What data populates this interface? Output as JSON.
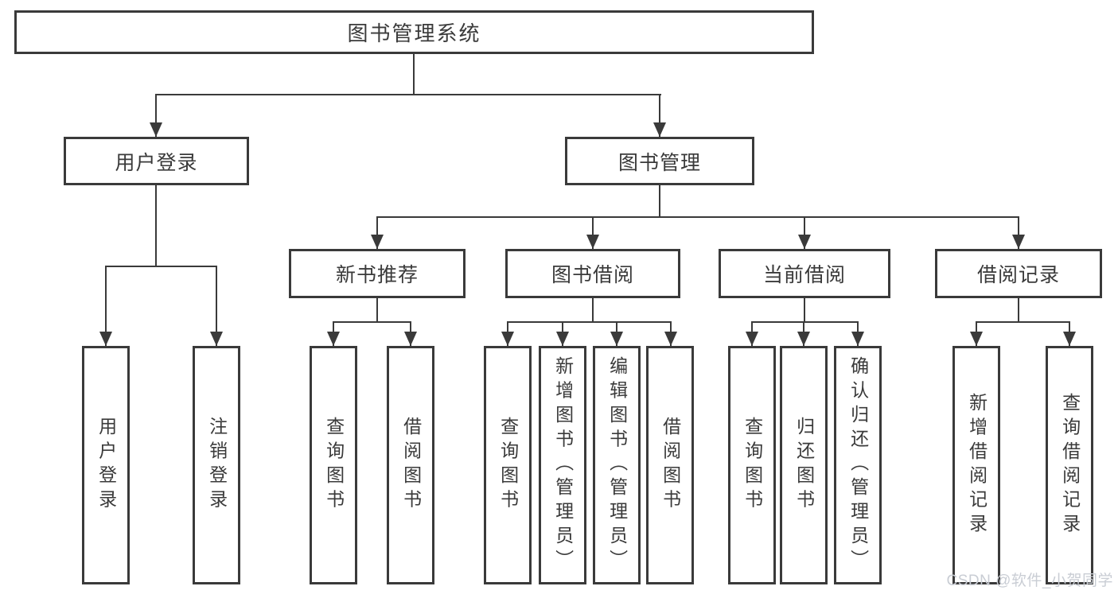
{
  "colors": {
    "line": "#3a3a3a",
    "text": "#3a3a3a",
    "box_fill": "#ffffff",
    "background": "#ffffff",
    "watermark": "#c9cdd4"
  },
  "watermark": {
    "text": "CSDN @软件_小贺同学"
  },
  "diagram": {
    "type": "tree",
    "title": "图书管理系统",
    "nodes": [
      {
        "id": "root",
        "label": "图书管理系统",
        "parent": null,
        "level": 0
      },
      {
        "id": "user-login",
        "label": "用户登录",
        "parent": "root",
        "level": 1
      },
      {
        "id": "book-mgmt",
        "label": "图书管理",
        "parent": "root",
        "level": 1
      },
      {
        "id": "leaf-user-login",
        "label": "用户登录",
        "parent": "user-login",
        "level": 2
      },
      {
        "id": "leaf-logout",
        "label": "注销登录",
        "parent": "user-login",
        "level": 2
      },
      {
        "id": "new-book-rec",
        "label": "新书推荐",
        "parent": "book-mgmt",
        "level": 2
      },
      {
        "id": "book-borrow",
        "label": "图书借阅",
        "parent": "book-mgmt",
        "level": 2
      },
      {
        "id": "current-borrow",
        "label": "当前借阅",
        "parent": "book-mgmt",
        "level": 2
      },
      {
        "id": "borrow-record",
        "label": "借阅记录",
        "parent": "book-mgmt",
        "level": 2
      },
      {
        "id": "query-book-1",
        "label": "查询图书",
        "parent": "new-book-rec",
        "level": 3
      },
      {
        "id": "borrow-book-1",
        "label": "借阅图书",
        "parent": "new-book-rec",
        "level": 3
      },
      {
        "id": "query-book-2",
        "label": "查询图书",
        "parent": "book-borrow",
        "level": 3
      },
      {
        "id": "add-book",
        "label": "新增图书（管理员）",
        "parent": "book-borrow",
        "level": 3
      },
      {
        "id": "edit-book",
        "label": "编辑图书（管理员）",
        "parent": "book-borrow",
        "level": 3
      },
      {
        "id": "borrow-book-2",
        "label": "借阅图书",
        "parent": "book-borrow",
        "level": 3
      },
      {
        "id": "query-book-3",
        "label": "查询图书",
        "parent": "current-borrow",
        "level": 3
      },
      {
        "id": "return-book",
        "label": "归还图书",
        "parent": "current-borrow",
        "level": 3
      },
      {
        "id": "confirm-return",
        "label": "确认归还（管理员）",
        "parent": "current-borrow",
        "level": 3
      },
      {
        "id": "add-borrow-record",
        "label": "新增借阅记录",
        "parent": "borrow-record",
        "level": 3
      },
      {
        "id": "query-borrow-record",
        "label": "查询借阅记录",
        "parent": "borrow-record",
        "level": 3
      }
    ]
  }
}
